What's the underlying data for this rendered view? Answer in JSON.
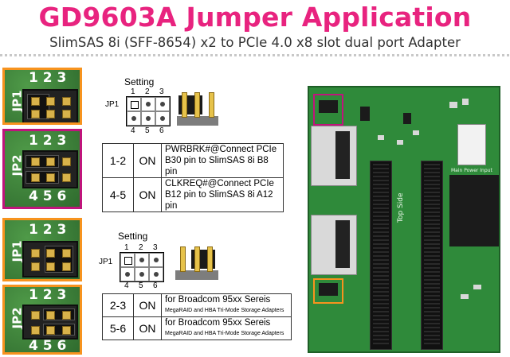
{
  "title": "GD9603A Jumper Application",
  "subtitle": "SlimSAS 8i (SFF-8654) x2 to PCIe 4.0 x8 slot dual port Adapter",
  "photos": {
    "jp1_label": "JP1",
    "jp2_label": "JP2",
    "top_numbers": "1 2 3",
    "bottom_numbers": "4 5 6"
  },
  "setting_block_1": {
    "title": "Setting",
    "jp_label": "JP1",
    "top_pins": [
      "1",
      "2",
      "3"
    ],
    "bottom_pins": [
      "4",
      "5",
      "6"
    ]
  },
  "setting_block_2": {
    "title": "Setting",
    "jp_label": "JP1",
    "top_pins": [
      "1",
      "2",
      "3"
    ],
    "bottom_pins": [
      "4",
      "5",
      "6"
    ]
  },
  "table_1": {
    "rows": [
      {
        "pins": "1-2",
        "state": "ON",
        "line1": "PWRBRK#@Connect PCIe",
        "line2": "B30 pin to SlimSAS 8i B8 pin"
      },
      {
        "pins": "4-5",
        "state": "ON",
        "line1": "CLKREQ#@Connect PCIe",
        "line2": "B12 pin to SlimSAS 8i A12 pin"
      }
    ]
  },
  "table_2": {
    "rows": [
      {
        "pins": "2-3",
        "state": "ON",
        "line1": "for Broadcom 95xx Sereis",
        "line2": "MegaRAID and HBA Tri-Mode Storage Adapters"
      },
      {
        "pins": "5-6",
        "state": "ON",
        "line1": "for Broadcom 95xx Sereis",
        "line2": "MegaRAID and HBA Tri-Mode Storage Adapters"
      }
    ]
  },
  "board": {
    "top_side_label": "Top Side",
    "power_label": "Main Power Input"
  },
  "colors": {
    "title": "#e8237f",
    "pink_frame": "#c0147c",
    "orange_frame": "#f7931e",
    "pcb_green": "#2f8a3a"
  }
}
